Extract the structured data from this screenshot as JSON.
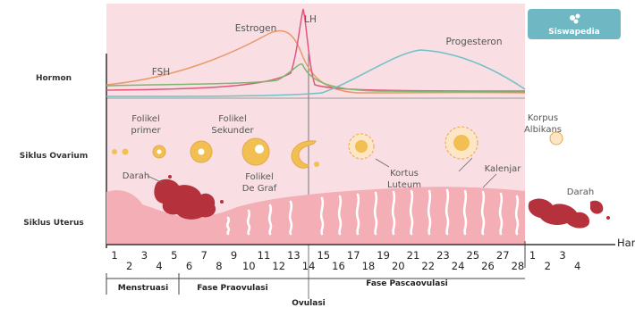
{
  "brand": {
    "name": "Siswapedia",
    "color": "#6fb7c3"
  },
  "rows": {
    "hormone": "Hormon",
    "ovarian": "Siklus Ovarium",
    "uterine": "Siklus Uterus"
  },
  "hormones": {
    "estrogen": "Estrogen",
    "lh": "LH",
    "fsh": "FSH",
    "progesterone": "Progesteron"
  },
  "ovary_labels": {
    "primary": [
      "Folikel",
      "primer"
    ],
    "secondary": [
      "Folikel",
      "Sekunder"
    ],
    "graaf": [
      "Folikel",
      "De Graf"
    ],
    "luteum": [
      "Kortus",
      "Luteum"
    ],
    "albicans": [
      "Korpus",
      "Albikans"
    ]
  },
  "uterus_labels": {
    "blood_left": "Darah",
    "glands": "Kalenjar",
    "blood_right": "Darah"
  },
  "axis_label": "Hari",
  "days_odd": [
    "1",
    "3",
    "5",
    "7",
    "9",
    "11",
    "13",
    "15",
    "17",
    "19",
    "21",
    "23",
    "25",
    "27",
    "1",
    "3"
  ],
  "days_even": [
    "2",
    "4",
    "6",
    "8",
    "10",
    "12",
    "14",
    "16",
    "18",
    "20",
    "22",
    "24",
    "26",
    "28",
    "2",
    "4"
  ],
  "phases": {
    "menstruation": "Menstruasi",
    "preovulation": "Fase Praovulasi",
    "postovulation": "Fase Pascaovulasi",
    "ovulation": "Ovulasi"
  },
  "colors": {
    "panel": "#f9dfe3",
    "tissue": "#f3aeb6",
    "blood": "#b5323d",
    "estrogen": "#e89a6a",
    "lh": "#e2557f",
    "fsh": "#7fb56e",
    "progesterone": "#6fc1c5",
    "follicle": "#f1bf52"
  }
}
